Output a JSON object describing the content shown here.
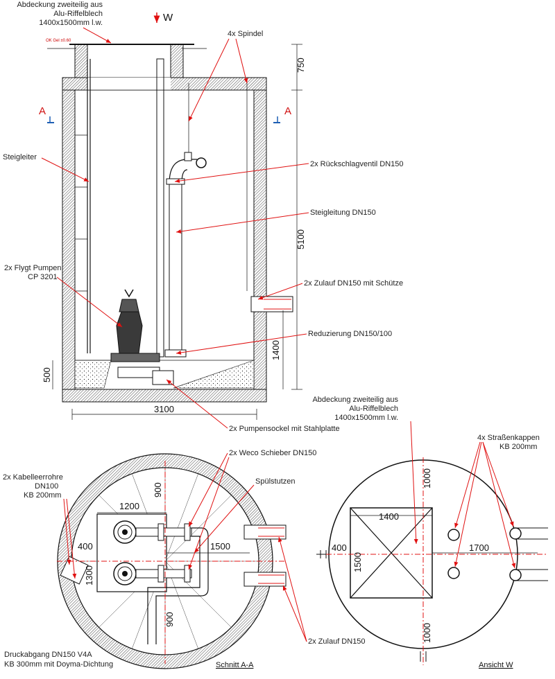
{
  "colors": {
    "annotation": "#e01010",
    "line": "#111111",
    "section_marker": "#d01010",
    "inlet_pipe": "#1e5fb4"
  },
  "labels": {
    "cover_top": [
      "Abdeckung zweiteilig aus",
      "Alu-Riffelblech",
      "1400x1500mm l.w."
    ],
    "ok_gel": "OK Gel ±0.60",
    "view_w": "W",
    "spindle": "4x Spindel",
    "check_valve": "2x Rückschlagventil DN150",
    "ladder": "Steigleiter",
    "riser": "Steigleitung DN150",
    "pumps": [
      "2x Flygt Pumpen",
      "CP 3201"
    ],
    "inlet_gate": "2x Zulauf DN150 mit Schütze",
    "reducer": "Reduzierung DN150/100",
    "pump_base": "2x Pumpensockel mit Stahlplatte",
    "weco_valve": "2x Weco Schieber DN150",
    "flush": "Spülstutzen",
    "cable_pipes": [
      "2x Kabelleerrohre",
      "DN100",
      "KB 200mm"
    ],
    "pressure_outlet": [
      "Druckabgang DN150 V4A",
      "KB 300mm mit Doyma-Dichtung"
    ],
    "inlet": "2x Zulauf DN150",
    "cover_right": [
      "Abdeckung zweiteilig aus",
      "Alu-Riffelblech",
      "1400x1500mm l.w."
    ],
    "street_caps": [
      "4x Straßenkappen",
      "KB 200mm"
    ],
    "section_marker": "A"
  },
  "dimensions": {
    "d750": "750",
    "d5100": "5100",
    "d1400": "1400",
    "d500": "500",
    "d3100": "3100",
    "d900a": "900",
    "d1200": "1200",
    "d400a": "400",
    "d1300": "1300",
    "d1500a": "1500",
    "d900b": "900",
    "d1000a": "1000",
    "d1400b": "1400",
    "d400b": "400",
    "d1700": "1700",
    "d1500b": "1500",
    "d1000b": "1000"
  },
  "captions": {
    "section": "Schnitt A-A",
    "view": "Ansicht W"
  }
}
